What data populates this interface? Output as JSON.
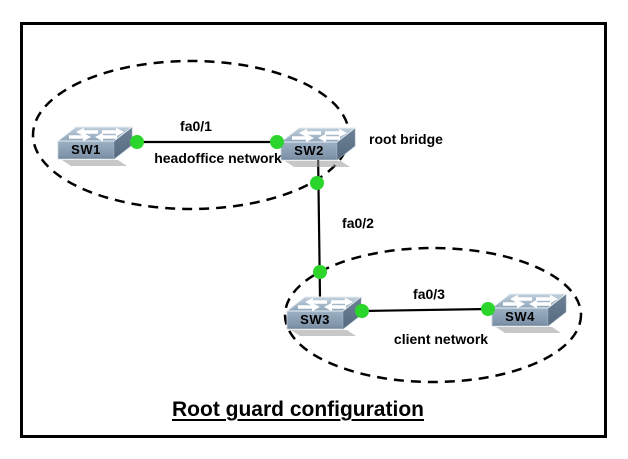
{
  "diagram": {
    "title": "Root guard configuration",
    "zones": [
      {
        "name": "headoffice",
        "label": "headoffice network"
      },
      {
        "name": "client",
        "label": "client network"
      }
    ],
    "switches": [
      {
        "id": "SW1",
        "label": "SW1",
        "zone": "headoffice"
      },
      {
        "id": "SW2",
        "label": "SW2",
        "zone": "headoffice"
      },
      {
        "id": "SW3",
        "label": "SW3",
        "zone": "client"
      },
      {
        "id": "SW4",
        "label": "SW4",
        "zone": "client"
      }
    ],
    "links": [
      {
        "label": "fa0/1",
        "endpoints": [
          "SW1",
          "SW2"
        ]
      },
      {
        "label": "fa0/2",
        "endpoints": [
          "SW2",
          "SW3"
        ]
      },
      {
        "label": "fa0/3",
        "endpoints": [
          "SW3",
          "SW4"
        ]
      }
    ],
    "annotations": [
      {
        "label": "root bridge",
        "attached_to": "SW2"
      }
    ],
    "colors": {
      "background": "#ffffff",
      "frame_border": "#000000",
      "zone_outline": "#000000",
      "link_line": "#000000",
      "port_dot_green": "#2bd52b",
      "label_text": "#000000",
      "switch_top_face": "#a9bdcf",
      "switch_front_face": "#8599ae",
      "switch_side_face": "#5e7285"
    }
  }
}
